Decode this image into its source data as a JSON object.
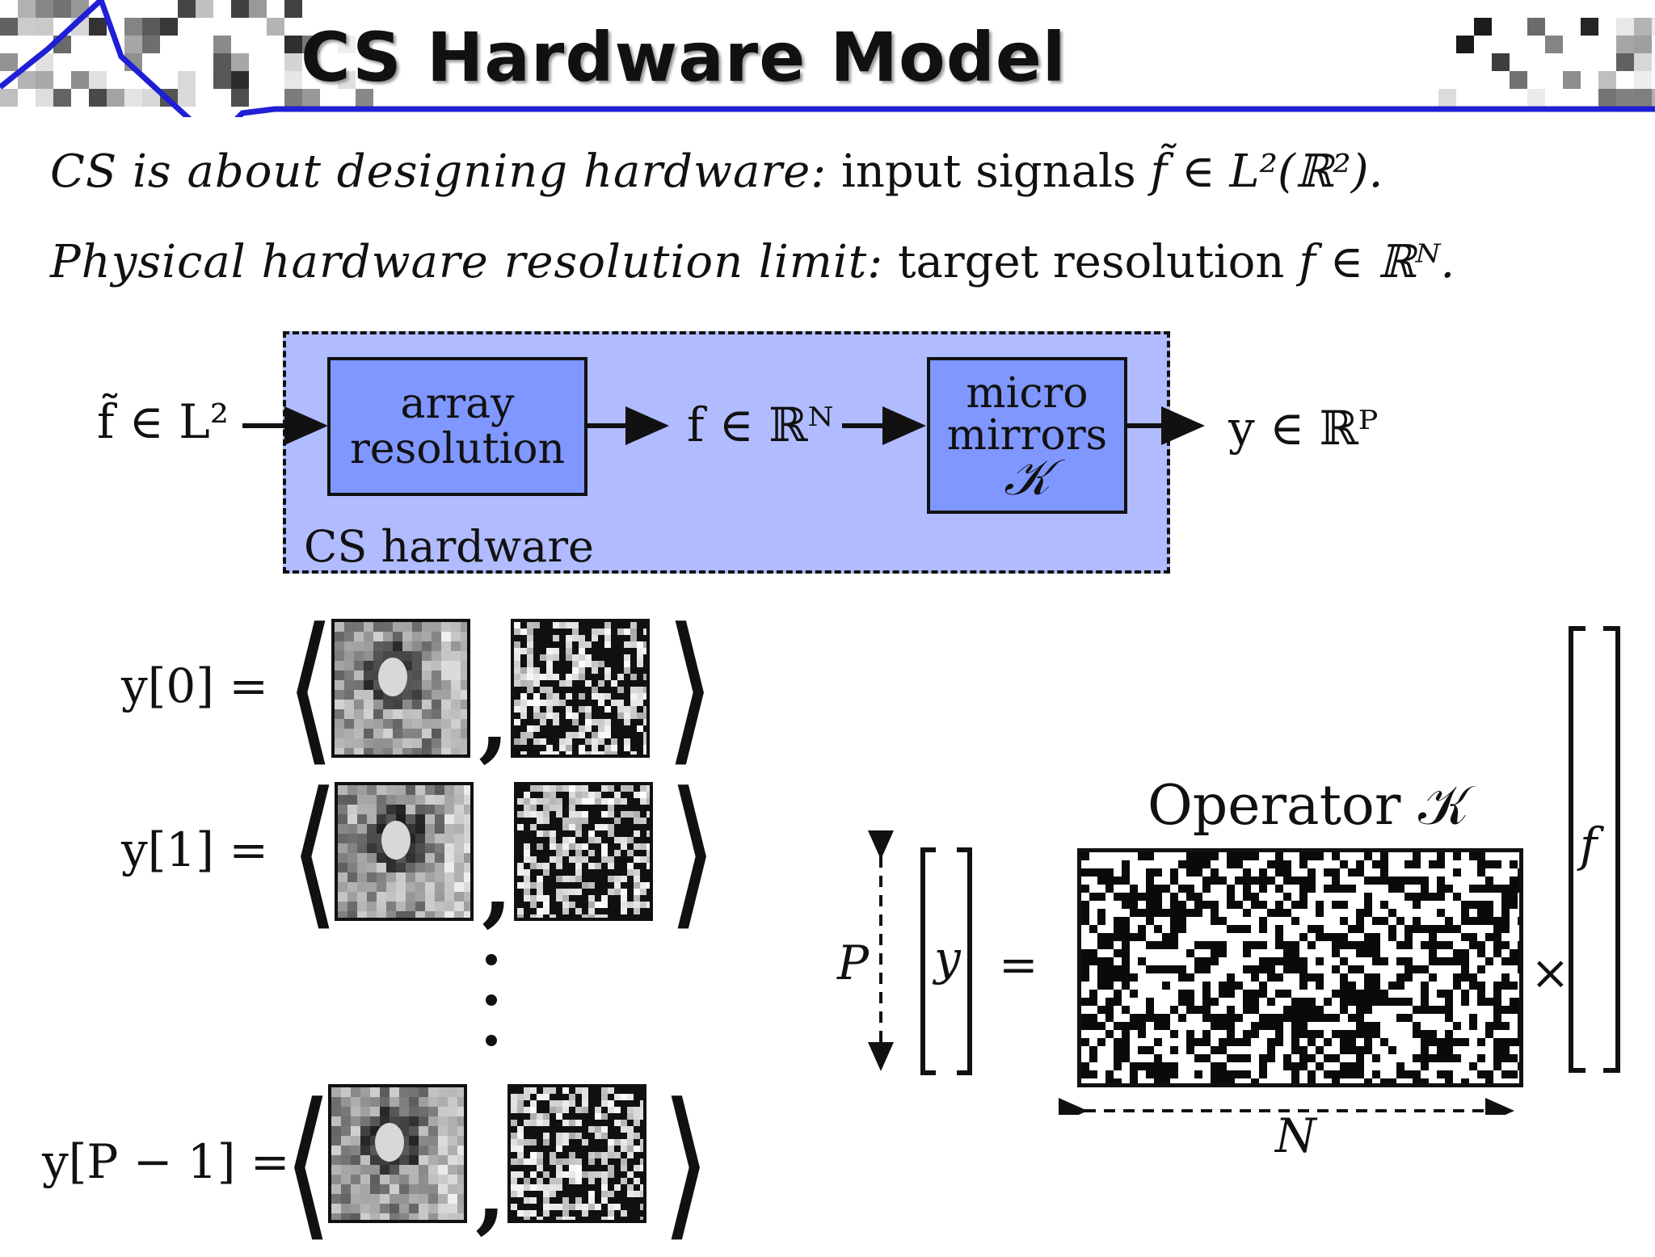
{
  "header": {
    "title": "CS Hardware Model"
  },
  "statements": {
    "line1_italic": "CS is about designing hardware:",
    "line1_text": "input signals",
    "line1_math": "f̃ ∈ L²(ℝ²).",
    "line2_italic": "Physical hardware resolution limit:",
    "line2_text": "target resolution",
    "line2_math": "f ∈ ℝᴺ."
  },
  "diagram": {
    "input_label": "f̃ ∈ L²",
    "block1_line1": "array",
    "block1_line2": "resolution",
    "mid_label": "f ∈ ℝᴺ",
    "block2_line1": "micro",
    "block2_line2": "mirrors",
    "block2_symbol": "𝒦",
    "output_label": "y ∈ ℝᴾ",
    "container_label": "CS hardware",
    "colors": {
      "container": "#b0bcff",
      "block": "#7f97ff",
      "header_line": "#1f1fd6"
    }
  },
  "rows": [
    {
      "label": "y[0] ="
    },
    {
      "label": "y[1] ="
    },
    {
      "label": "y[P − 1] ="
    }
  ],
  "bracket_left": "⟨",
  "bracket_right": "⟩",
  "comma": ",",
  "operator": {
    "title": "Operator 𝒦",
    "p_label": "P",
    "y_label": "y",
    "equals": "=",
    "times": "×",
    "f_label": "f",
    "n_label": "N"
  }
}
